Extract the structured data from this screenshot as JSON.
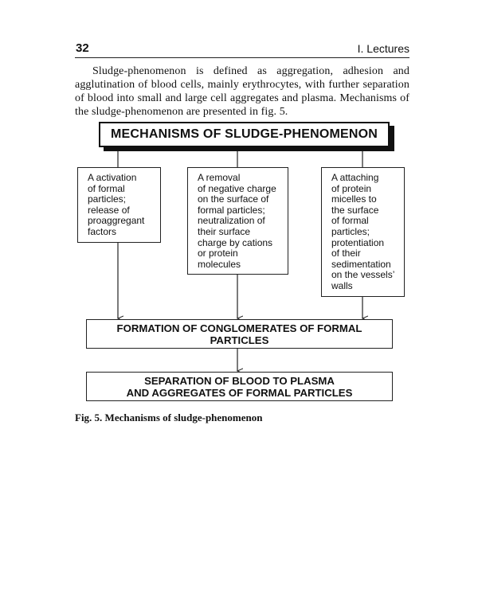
{
  "header": {
    "page_number": "32",
    "running_head": "I. Lectures"
  },
  "body": {
    "paragraph": "Sludge-phenomenon is defined as aggregation, adhesion and agglutination of blood cells, mainly erythrocytes, with further separation of blood into small and large cell aggregates and plasma. Mechanisms of the sludge-phenomenon are presented in fig. 5."
  },
  "diagram": {
    "title": "MECHANISMS OF SLUDGE-PHENOMENON",
    "mechanisms": [
      {
        "text": "A activation\nof formal\nparticles;\nrelease of\nproaggregant\nfactors"
      },
      {
        "text": "A removal\nof negative charge\non the surface of\nformal particles;\nneutralization of\ntheir surface\ncharge by cations\nor protein\nmolecules"
      },
      {
        "text": "A attaching\nof protein\nmicelles to\nthe surface\nof formal\nparticles;\nprotentiation\nof their\nsedimentation\non the vessels’\nwalls"
      }
    ],
    "conglomerates": "FORMATION OF CONGLOMERATES OF FORMAL PARTICLES",
    "separation": "SEPARATION OF BLOOD TO PLASMA\nAND AGGREGATES OF FORMAL PARTICLES"
  },
  "caption": "Fig. 5. Mechanisms of sludge-phenomenon"
}
